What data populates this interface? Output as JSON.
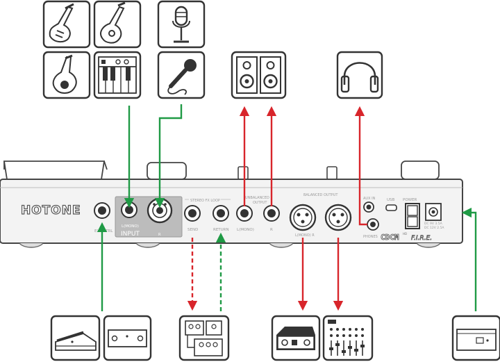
{
  "brand": "HOTONE",
  "model_logo": "CDCM",
  "model_suffix": "F.I.R.E.",
  "model_prefix": "HD",
  "labels": {
    "exp_ctrl": "EXP/CTRL",
    "input_sub": "L(MONO)",
    "input": "INPUT",
    "input_r": "R",
    "stereo_fx_loop": "STEREO FX LOOP",
    "send": "SEND",
    "return": "RETURN",
    "unbalanced_output": "UNBALANCED",
    "unbalanced_output_2": "OUTPUT",
    "out_l": "L(MONO)",
    "out_r": "R",
    "balanced_output": "BALANCED OUTPUT",
    "bal_lr": "L(MONO) R",
    "aux_in": "AUX IN",
    "phones": "PHONES",
    "usb": "USB",
    "power": "POWER",
    "dc_1": "DC 9V 3.5A",
    "dc_2": "DC 12V 2.5A"
  },
  "colors": {
    "input_line": "#1f9a45",
    "output_line": "#d8252b",
    "icon_stroke": "#333333",
    "device_body": "#f3f3f3"
  },
  "icons": [
    "electric-guitar-icon",
    "acoustic-guitar-icon",
    "microphone-stand-icon",
    "bass-guitar-icon",
    "keyboard-icon",
    "handheld-microphone-icon",
    "studio-monitors-icon",
    "headphones-icon",
    "expression-pedal-icon",
    "footswitch-icon",
    "effects-pedals-icon",
    "audio-interface-icon",
    "mixer-icon",
    "power-adapter-icon"
  ]
}
